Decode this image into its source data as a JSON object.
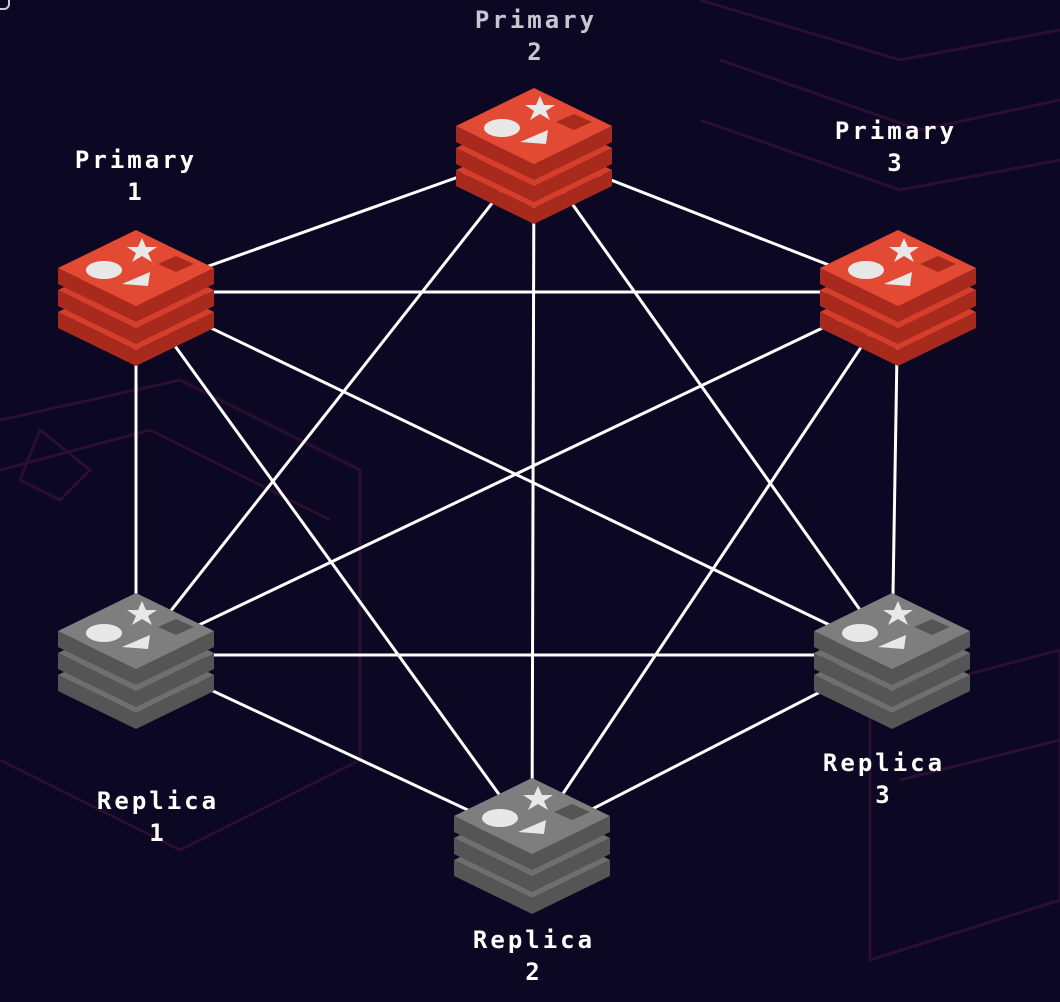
{
  "colors": {
    "background": "#0c0722",
    "primary_face": "#d63e2c",
    "primary_side": "#a82a1c",
    "primary_top": "#e24a34",
    "replica_face": "#6f6f6f",
    "replica_side": "#555555",
    "replica_top": "#7e7e7e",
    "link": "#ffffff",
    "glyph": "#e8e8e8"
  },
  "nodes": [
    {
      "id": "primary-2",
      "role": "primary",
      "label_line1": "Primary",
      "label_line2": "2"
    },
    {
      "id": "primary-1",
      "role": "primary",
      "label_line1": "Primary",
      "label_line2": "1"
    },
    {
      "id": "primary-3",
      "role": "primary",
      "label_line1": "Primary",
      "label_line2": "3"
    },
    {
      "id": "replica-1",
      "role": "replica",
      "label_line1": "Replica",
      "label_line2": "1"
    },
    {
      "id": "replica-3",
      "role": "replica",
      "label_line1": "Replica",
      "label_line2": "3"
    },
    {
      "id": "replica-2",
      "role": "replica",
      "label_line1": "Replica",
      "label_line2": "2"
    }
  ],
  "links": [
    [
      "primary-1",
      "primary-2"
    ],
    [
      "primary-1",
      "primary-3"
    ],
    [
      "primary-1",
      "replica-1"
    ],
    [
      "primary-1",
      "replica-2"
    ],
    [
      "primary-1",
      "replica-3"
    ],
    [
      "primary-2",
      "primary-3"
    ],
    [
      "primary-2",
      "replica-1"
    ],
    [
      "primary-2",
      "replica-2"
    ],
    [
      "primary-2",
      "replica-3"
    ],
    [
      "primary-3",
      "replica-1"
    ],
    [
      "primary-3",
      "replica-2"
    ],
    [
      "primary-3",
      "replica-3"
    ],
    [
      "replica-1",
      "replica-2"
    ],
    [
      "replica-1",
      "replica-3"
    ],
    [
      "replica-2",
      "replica-3"
    ]
  ],
  "node_icon": "database-stack-icon"
}
